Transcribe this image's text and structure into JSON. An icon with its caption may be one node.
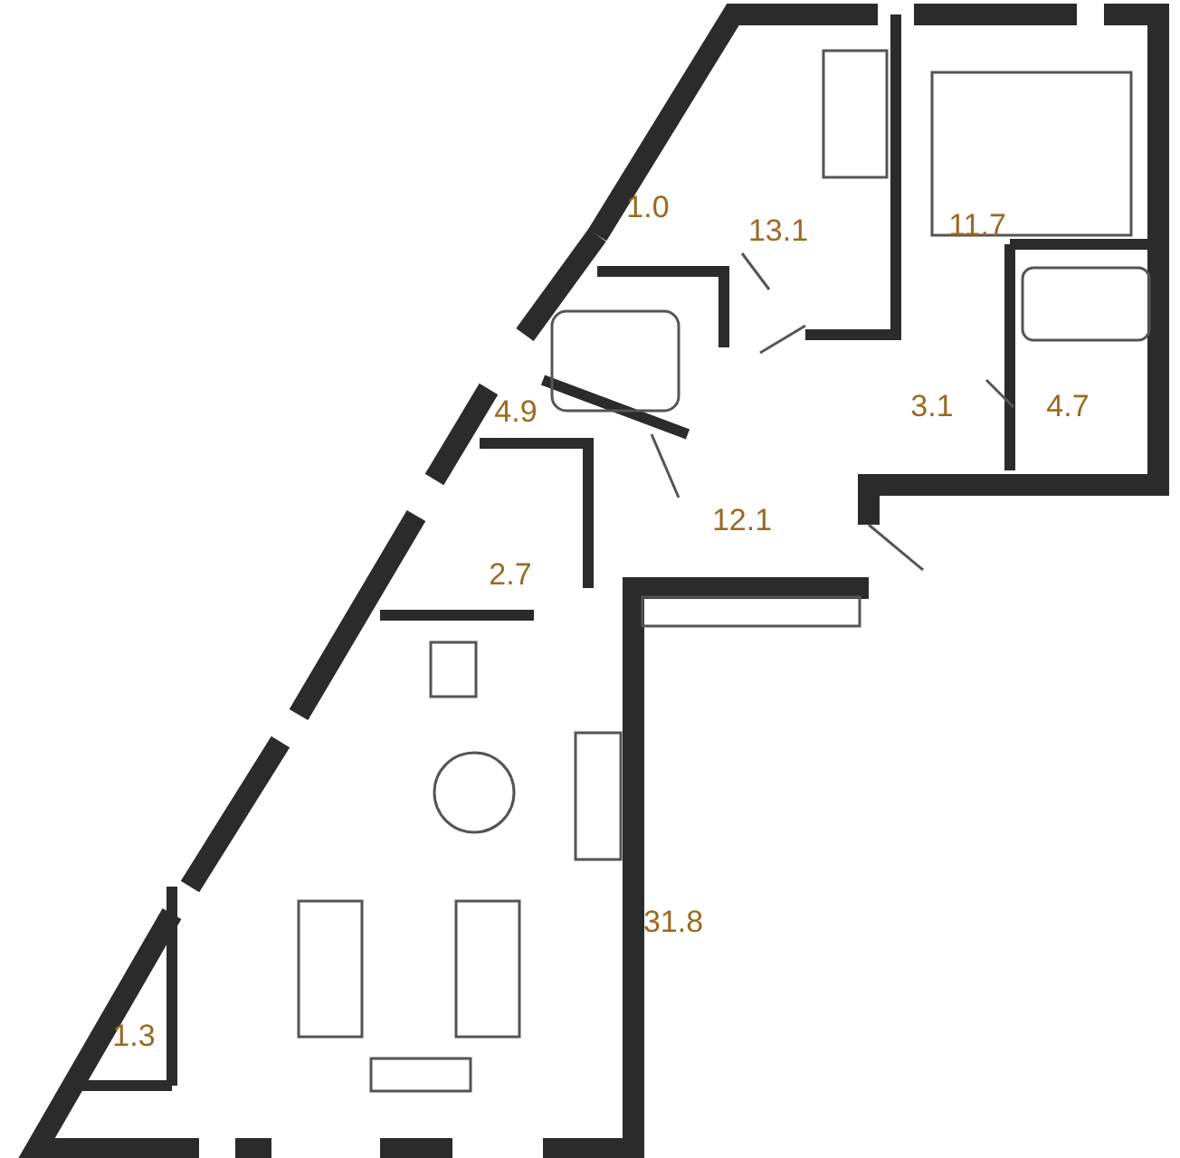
{
  "diagram": {
    "labels": [
      "1.0",
      "13.1",
      "11.7",
      "4.9",
      "3.1",
      "4.7",
      "12.1",
      "2.7",
      "31.8",
      "1.3"
    ]
  }
}
